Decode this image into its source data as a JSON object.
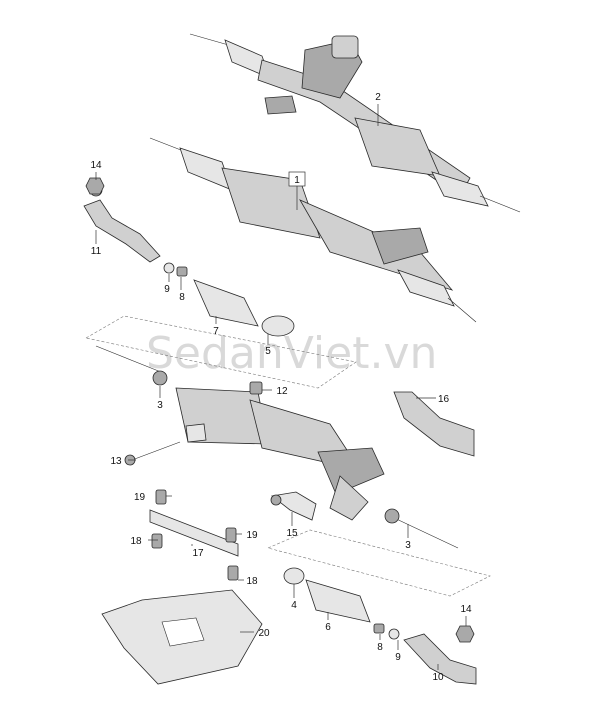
{
  "watermark": "SedanViet.vn",
  "callouts": {
    "c1": "1",
    "c2": "2",
    "c3a": "3",
    "c3b": "3",
    "c4": "4",
    "c5": "5",
    "c6": "6",
    "c7": "7",
    "c8a": "8",
    "c8b": "8",
    "c9a": "9",
    "c9b": "9",
    "c10": "10",
    "c11": "11",
    "c12": "12",
    "c13": "13",
    "c14a": "14",
    "c14b": "14",
    "c15": "15",
    "c16": "16",
    "c17": "17",
    "c18a": "18",
    "c18b": "18",
    "c19a": "19",
    "c19b": "19",
    "c20": "20"
  }
}
